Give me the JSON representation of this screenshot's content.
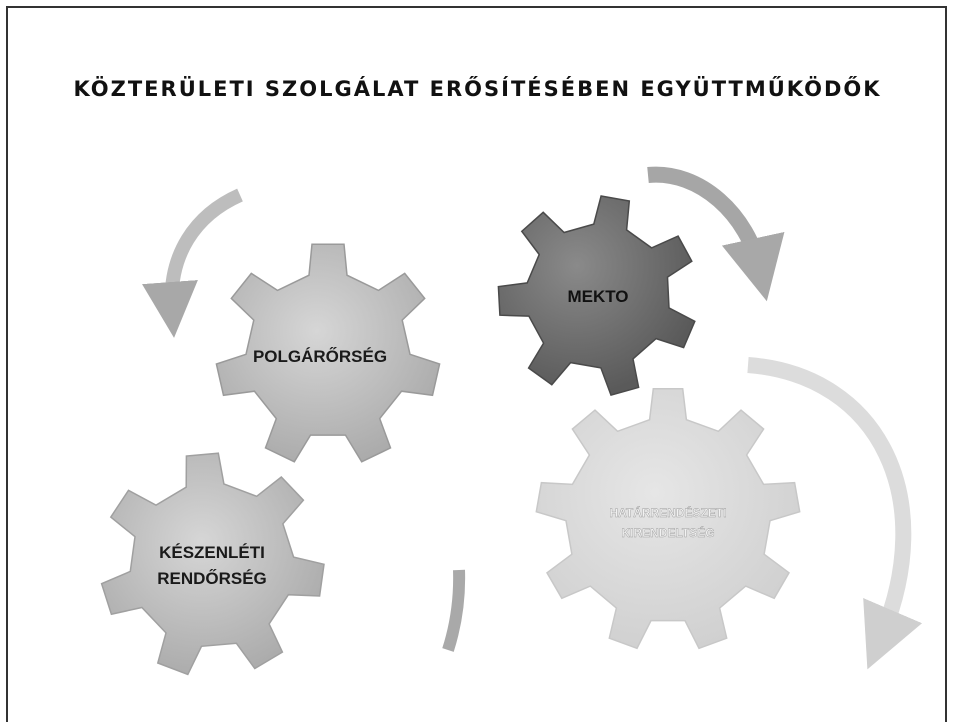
{
  "slide": {
    "title": "KÖZTERÜLETI SZOLGÁLAT ERŐSÍTÉSÉBEN EGYÜTTMŰKÖDŐK"
  },
  "gears": {
    "polgarorseg": {
      "label": "POLGÁRŐRSÉG"
    },
    "mekto": {
      "label": "MEKTO"
    },
    "keszenleti": {
      "line1": "KÉSZENLÉTI",
      "line2": "RENDŐRSÉG"
    },
    "hatar": {
      "line1": "HATÁRRENDÉSZETI",
      "line2": "KIRENDELTSÉG"
    }
  },
  "colors": {
    "gear_light": "#bdbdbd",
    "gear_dark": "#6e6e6e",
    "gear_faint": "#d9d9d9",
    "arrow": "#b5b5b5",
    "arrow_faint": "#dcdcdc"
  }
}
